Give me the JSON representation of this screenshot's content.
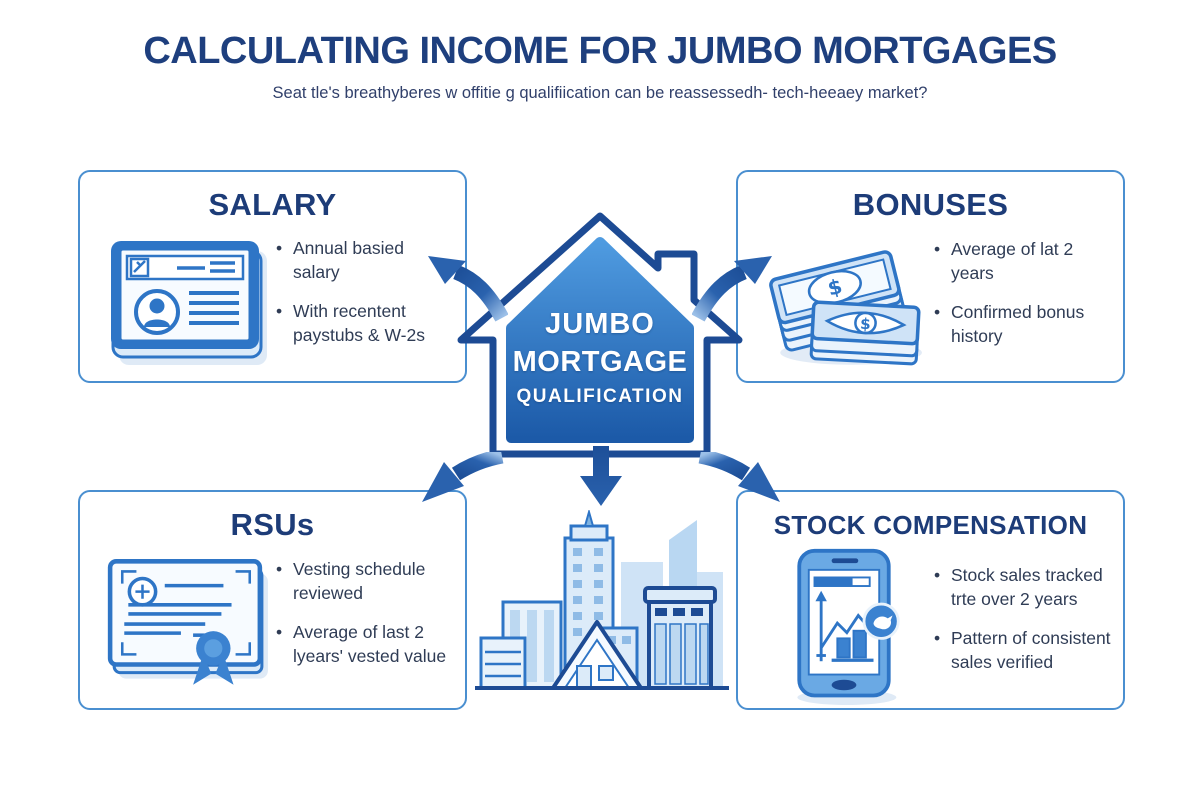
{
  "header": {
    "title": "CALCULATING INCOME FOR JUMBO MORTGAGES",
    "subtitle": "Seat tle's breathyberes w offitie g qualifiication can be reassessedh- tech-heeaey market?"
  },
  "center": {
    "line1": "JUMBO",
    "line2": "MORTGAGE",
    "line3": "QUALIFICATION",
    "icon": "house-icon"
  },
  "boxes": [
    {
      "id": "salary",
      "title": "SALARY",
      "icon": "paycheck-icon",
      "bullets": [
        "Annual basied salary",
        "With recentent paystubs & W-2s"
      ]
    },
    {
      "id": "bonuses",
      "title": "BONUSES",
      "icon": "money-stack-icon",
      "bullets": [
        "Average of lat 2 years",
        "Confirmed bonus history"
      ]
    },
    {
      "id": "rsus",
      "title": "RSUs",
      "icon": "certificate-icon",
      "bullets": [
        "Vesting schedule reviewed",
        "Average of last 2 lyears' vested value"
      ]
    },
    {
      "id": "stock",
      "title": "STOCK COMPENSATION",
      "icon": "phone-chart-icon",
      "bullets": [
        "Stock sales tracked trte over 2 years",
        "Pattern of consistent sales verified"
      ]
    }
  ],
  "illustrations": {
    "bottom_center": "city-skyline-illustration",
    "arrows": [
      "arrow-up-left",
      "arrow-up-right",
      "arrow-down-left",
      "arrow-down-right",
      "arrow-down"
    ]
  },
  "colors": {
    "title_navy": "#1e3f7e",
    "box_border_blue": "#4a8fd0",
    "bullet_text": "#2f3c55",
    "icon_stroke_blue": "#2e75c6",
    "icon_fill_light": "#d8e9fa",
    "arrow_blue_dark": "#1d4f98",
    "arrow_blue_light": "#4b8fd6",
    "house_gradient_top": "#4f9be0",
    "house_gradient_bottom": "#1c5aa8",
    "background": "#ffffff"
  }
}
